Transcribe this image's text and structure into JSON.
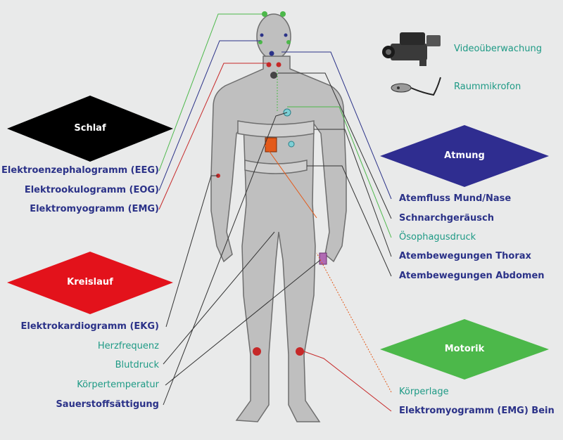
{
  "colors": {
    "background": "#e9eaea",
    "blue_text": "#2b3288",
    "teal_text": "#1e9a85",
    "schlaf": "#000000",
    "kreislauf": "#e3121b",
    "atmung": "#2f2d90",
    "motorik": "#4cb84a",
    "body": "#bfbfbf"
  },
  "categories": {
    "schlaf": "Schlaf",
    "kreislauf": "Kreislauf",
    "atmung": "Atmung",
    "motorik": "Motorik"
  },
  "devices": {
    "video": "Videoüberwachung",
    "mic": "Raummikrofon"
  },
  "left_labels": {
    "eeg": "Elektroenzephalogramm (EEG)",
    "eog": "Elektrookulogramm (EOG)",
    "emg": "Elektromyogramm (EMG)",
    "ekg": "Elektrokardiogramm (EKG)",
    "hf": "Herzfrequenz",
    "bd": "Blutdruck",
    "kt": "Körpertemperatur",
    "so2": "Sauerstoffsättigung"
  },
  "right_labels": {
    "af": "Atemfluss Mund/Nase",
    "sg": "Schnarchgeräusch",
    "od": "Ösophagusdruck",
    "abt": "Atembewegungen Thorax",
    "aba": "Atembewegungen Abdomen",
    "kl": "Körperlage",
    "emgb": "Elektromyogramm (EMG) Bein"
  }
}
